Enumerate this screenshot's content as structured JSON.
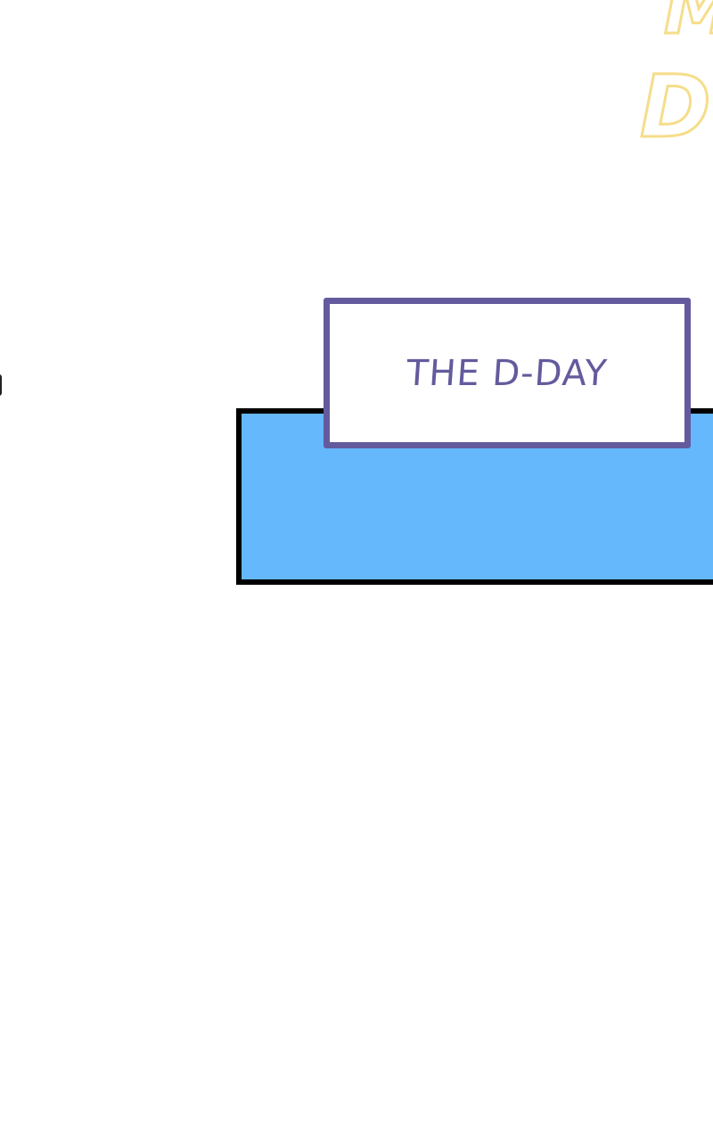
{
  "title_letters": [
    "M",
    "D"
  ],
  "caption": "THE D-DAY",
  "colors": {
    "caption_border": "#635b9d",
    "panel_fill": "#64b8fb",
    "title_outline": "#f6dd8a"
  }
}
